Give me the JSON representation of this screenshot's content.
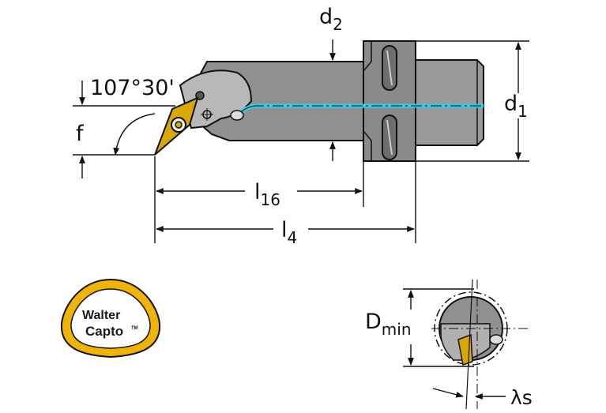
{
  "labels": {
    "d2": {
      "main": "d",
      "sub": "2"
    },
    "d1": {
      "main": "d",
      "sub": "1"
    },
    "angle": "107°30'",
    "f": "f",
    "l16": {
      "main": "l",
      "sub": "16"
    },
    "l4": {
      "main": "l",
      "sub": "4"
    },
    "dmin": {
      "main": "D",
      "sub": "min"
    },
    "lambda": "λs"
  },
  "logo": {
    "line1": "Walter",
    "line2": "Capto",
    "tm": "TM"
  },
  "colors": {
    "body": "#909090",
    "body_dark": "#7a7a7a",
    "insert": "#d9a800",
    "coolant": "#33ccee",
    "logo_ring": "#f0b400"
  }
}
